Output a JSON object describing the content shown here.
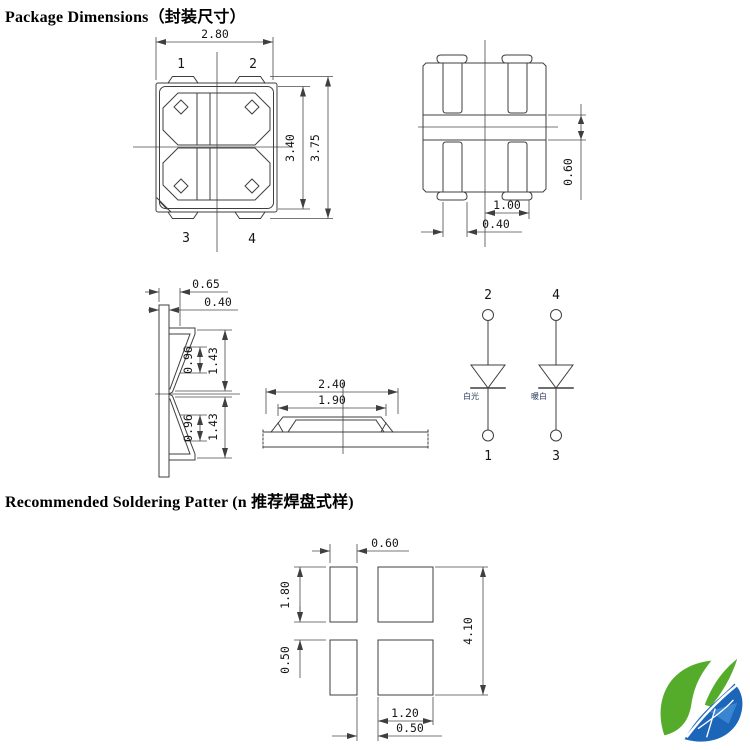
{
  "headings": {
    "package": "Package Dimensions（封装尺寸）",
    "soldering": "Recommended Soldering Patter (n 推荐焊盘式样)"
  },
  "top_view": {
    "dim_width": "2.80",
    "dim_body_height": "3.40",
    "dim_total_height": "3.75",
    "pin1": "1",
    "pin2": "2",
    "pin3": "3",
    "pin4": "4"
  },
  "bottom_view": {
    "dim_slot": "0.60",
    "dim_pad": "1.00",
    "dim_tab": "0.40"
  },
  "side_view": {
    "dim_total": "0.65",
    "dim_body": "0.40",
    "dim_cup_inner": "0.96",
    "dim_cup_outer": "1.43"
  },
  "front_view": {
    "dim_outer": "2.40",
    "dim_inner": "1.90"
  },
  "circuit": {
    "pin_top_left": "2",
    "pin_top_right": "4",
    "pin_bottom_left": "1",
    "pin_bottom_right": "3",
    "label_left": "白光",
    "label_right": "暖白"
  },
  "solder_pattern": {
    "dim_pad_small_w": "0.60",
    "dim_pad_h": "1.80",
    "dim_gap_v": "0.50",
    "dim_total_h": "4.10",
    "dim_pad_large_w": "1.20",
    "dim_gap_h": "0.50"
  },
  "colors": {
    "line": "#3f3f3f",
    "logo_green": "#55ac2b",
    "logo_blue": "#1c66b9"
  }
}
